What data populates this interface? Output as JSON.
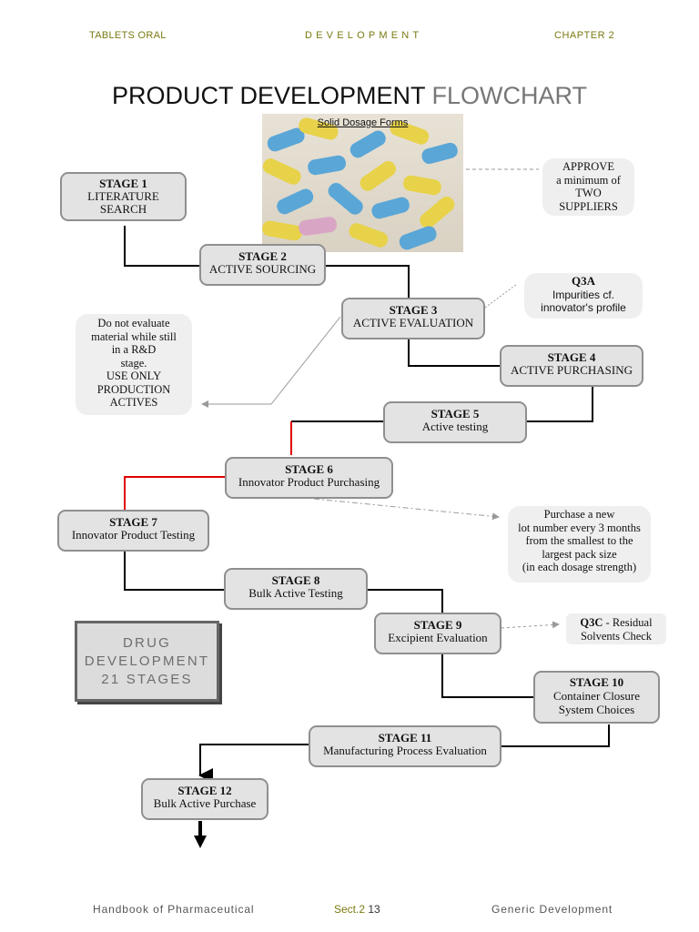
{
  "header": {
    "left": "TABLETS ORAL",
    "center": "DEVELOPMENT",
    "right": "CHAPTER 2"
  },
  "title": {
    "main": "PRODUCT DEVELOPMENT",
    "accent": "FLOWCHART"
  },
  "image_caption": "Solid Dosage Forms",
  "stages": [
    {
      "label": "STAGE 1",
      "text": [
        "LITERATURE",
        "SEARCH"
      ]
    },
    {
      "label": "STAGE 2",
      "text": [
        "ACTIVE  SOURCING"
      ]
    },
    {
      "label": "STAGE 3",
      "text": [
        "ACTIVE  EVALUATION"
      ]
    },
    {
      "label": "STAGE 4",
      "text": [
        "ACTIVE PURCHASING"
      ]
    },
    {
      "label": "STAGE 5",
      "text": [
        "Active testing"
      ]
    },
    {
      "label": "STAGE 6",
      "text": [
        "Innovator Product Purchasing"
      ]
    },
    {
      "label": "STAGE 7",
      "text": [
        "Innovator Product Testing"
      ]
    },
    {
      "label": "STAGE 8",
      "text": [
        "Bulk Active Testing"
      ]
    },
    {
      "label": "STAGE 9",
      "text": [
        "Excipient Evaluation"
      ]
    },
    {
      "label": "STAGE 10",
      "text": [
        "Container Closure",
        "System Choices"
      ]
    },
    {
      "label": "STAGE 11",
      "text": [
        "Manufacturing Process Evaluation"
      ]
    },
    {
      "label": "STAGE 12",
      "text": [
        "Bulk Active Purchase"
      ]
    }
  ],
  "notes": {
    "approve": [
      "APPROVE",
      "a minimum of",
      "TWO",
      "SUPPLIERS"
    ],
    "q3a": {
      "title": "Q3A",
      "text": [
        "Impurities  cf.",
        "innovator's profile"
      ]
    },
    "evaluate": [
      "Do not evaluate",
      "material while still",
      "in a R&D",
      "stage.",
      "USE ONLY",
      "PRODUCTION",
      "ACTIVES"
    ],
    "purchase": [
      "Purchase a new",
      "lot number every 3 months",
      "from the smallest to the",
      "largest pack size",
      "(in each dosage strength)"
    ],
    "q3c": {
      "title": "Q3C",
      "text": " - Residual",
      "line2": "Solvents Check"
    }
  },
  "summary": [
    "DRUG",
    "DEVELOPMENT",
    "21    STAGES"
  ],
  "footer": {
    "left": "Handbook  of  Pharmaceutical",
    "mid_prefix": "Sect.2 ",
    "mid_num": "13",
    "right": "Generic  Development"
  },
  "colors": {
    "header_text": "#7a7a12",
    "box_fill": "#e3e3e3",
    "note_fill": "#efefef",
    "connector": "#000000",
    "highlight_connector": "#e00000"
  }
}
